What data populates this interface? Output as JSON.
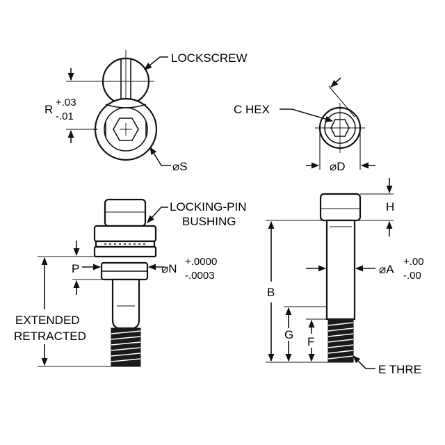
{
  "labels": {
    "lockscrew": "LOCKSCREW",
    "r_letter": "R",
    "r_tol_plus": "+.03",
    "r_tol_minus": "-.01",
    "dia_s": "⌀S",
    "c_hex": "C HEX",
    "dia_d": "⌀D",
    "locking_pin_1": "LOCKING-PIN",
    "locking_pin_2": "BUSHING",
    "p_letter": "P",
    "dia_n": "⌀N",
    "n_tol_plus": "+.0000",
    "n_tol_minus": "-.0003",
    "extended": "EXTENDED",
    "retracted": "RETRACTED",
    "h_letter": "H",
    "dia_a": "⌀A",
    "a_tol_plus": "+.00",
    "a_tol_minus": "-.00",
    "b_letter": "B",
    "g_letter": "G",
    "f_letter": "F",
    "e_thread": "E THRE"
  },
  "colors": {
    "line": "#111111",
    "background": "#ffffff",
    "thread_fill": "#1a1a1a"
  }
}
